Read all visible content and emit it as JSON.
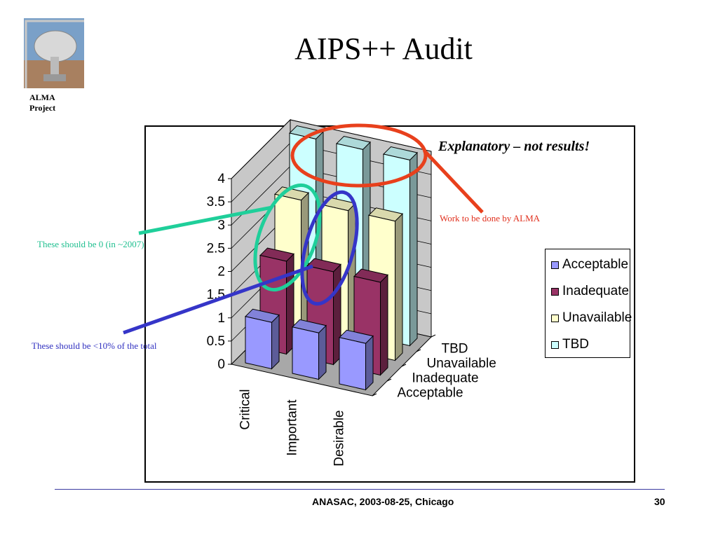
{
  "slide": {
    "title": "AIPS++ Audit",
    "logo_caption_line1": "ALMA",
    "logo_caption_line2": "Project",
    "footer": "ANASAC, 2003-08-25, Chicago",
    "page_number": "30"
  },
  "annotations": {
    "explanatory": "Explanatory – not results!",
    "alma_work": "Work to be done by ALMA",
    "should_be_zero": "These should be 0 (in ~2007)",
    "should_be_ten": "These should be <10% of the total",
    "colors": {
      "red": "#e8401c",
      "green": "#1fcf9a",
      "blue": "#3535c8"
    }
  },
  "chart_data": {
    "type": "bar",
    "subtype": "3d-column",
    "categories": [
      "Critical",
      "Important",
      "Desirable"
    ],
    "series": [
      {
        "name": "Acceptable",
        "color": "#9999ff",
        "values": [
          1,
          1,
          1
        ]
      },
      {
        "name": "Inadequate",
        "color": "#993366",
        "values": [
          2,
          2,
          2
        ]
      },
      {
        "name": "Unavailable",
        "color": "#ffffcc",
        "values": [
          3,
          3,
          3
        ]
      },
      {
        "name": "TBD",
        "color": "#ccffff",
        "values": [
          4,
          4,
          4
        ]
      }
    ],
    "ylim": [
      0,
      4
    ],
    "yticks": [
      "0",
      "0.5",
      "1",
      "1.5",
      "2",
      "2.5",
      "3",
      "3.5",
      "4"
    ],
    "depth_labels": [
      "Acceptable",
      "Inadequate",
      "Unavailable",
      "TBD"
    ],
    "legend_position": "right",
    "grid": true
  }
}
